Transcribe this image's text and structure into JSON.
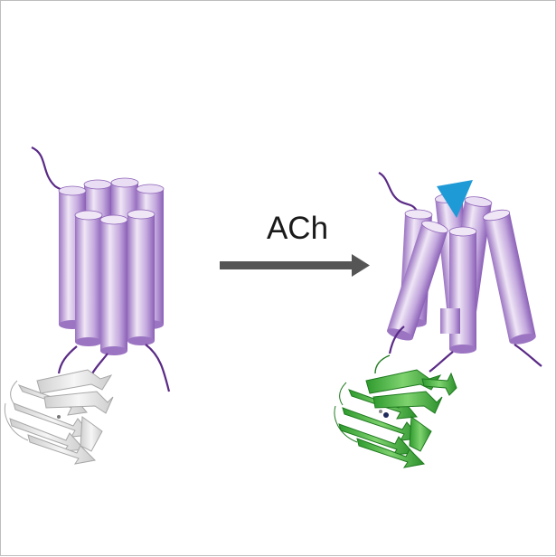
{
  "arrow": {
    "label": "ACh"
  },
  "colors": {
    "helix_light": "#ede4f4",
    "helix_mid": "#c7aee0",
    "helix_dark": "#8e63b8",
    "loop": "#5a2a86",
    "arrow": "#555555",
    "ligand": "#1e9ad6",
    "gprotein_inactive": "#e2e2e2",
    "gprotein_active": "#3fb33f"
  },
  "icons": [
    "receptor-inactive",
    "receptor-active",
    "acetylcholine-ligand",
    "g-protein-inactive",
    "g-protein-active"
  ]
}
